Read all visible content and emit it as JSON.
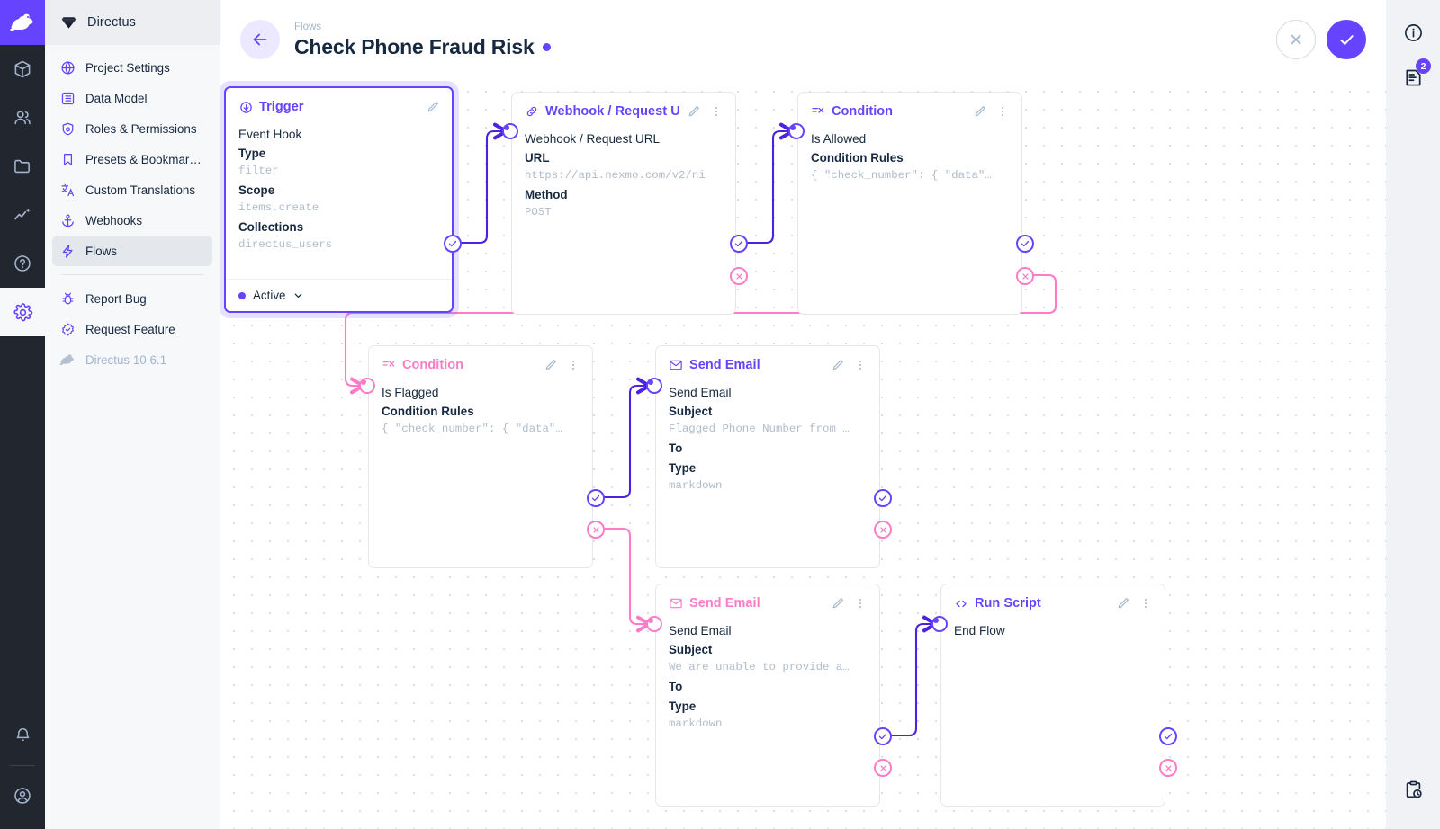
{
  "app": {
    "name": "Directus",
    "version_label": "Directus 10.6.1"
  },
  "rail": {
    "logo_icon": "directus-rabbit-logo",
    "items": [
      {
        "name": "content",
        "icon": "box-icon"
      },
      {
        "name": "user-directory",
        "icon": "people-icon"
      },
      {
        "name": "file-library",
        "icon": "folder-icon"
      },
      {
        "name": "insights",
        "icon": "insights-icon"
      },
      {
        "name": "docs",
        "icon": "help-circle-icon"
      },
      {
        "name": "settings",
        "icon": "gear-icon",
        "active": true
      }
    ],
    "bottom": [
      {
        "name": "notifications",
        "icon": "bell-icon"
      },
      {
        "name": "account",
        "icon": "account-circle-icon"
      }
    ]
  },
  "sidebar": {
    "header_title": "Directus",
    "items": [
      {
        "label": "Project Settings",
        "icon": "globe-icon",
        "selected": false
      },
      {
        "label": "Data Model",
        "icon": "list-box-icon",
        "selected": false
      },
      {
        "label": "Roles & Permissions",
        "icon": "shield-lock-icon",
        "selected": false
      },
      {
        "label": "Presets & Bookmar…",
        "icon": "bookmark-icon",
        "selected": false
      },
      {
        "label": "Custom Translations",
        "icon": "translate-icon",
        "selected": false
      },
      {
        "label": "Webhooks",
        "icon": "anchor-icon",
        "selected": false
      },
      {
        "label": "Flows",
        "icon": "bolt-icon",
        "selected": true
      }
    ],
    "footer_items": [
      {
        "label": "Report Bug",
        "icon": "bug-icon"
      },
      {
        "label": "Request Feature",
        "icon": "badge-check-icon"
      }
    ],
    "version": {
      "label": "Directus 10.6.1",
      "icon": "rabbit-icon"
    }
  },
  "header": {
    "back_icon": "arrow-left-icon",
    "breadcrumb": "Flows",
    "title": "Check Phone Fraud Risk",
    "status_dot_color": "#6644ff",
    "cancel_icon": "close-icon",
    "save_icon": "check-icon"
  },
  "right_rail": {
    "items": [
      {
        "name": "info-sidebar",
        "icon": "info-circle-icon",
        "badge": null
      },
      {
        "name": "flow-logs",
        "icon": "logs-icon",
        "badge": "2"
      }
    ],
    "bottom": {
      "name": "activity-history",
      "icon": "clipboard-clock-icon"
    }
  },
  "colors": {
    "purple": "#6644ff",
    "pink": "#fd7bc7",
    "text": "#172940",
    "muted": "#a2b5cd"
  },
  "flow": {
    "nodes": [
      {
        "id": "trigger",
        "icon": "trigger-icon",
        "title": "Trigger",
        "accent": "purple",
        "name": "Event Hook",
        "fields": [
          {
            "label": "Type",
            "value": "filter"
          },
          {
            "label": "Scope",
            "value": "items.create"
          },
          {
            "label": "Collections",
            "value": "directus_users"
          }
        ],
        "footer": {
          "status": "Active",
          "chevron_icon": "chevron-down-icon"
        }
      },
      {
        "id": "webhook",
        "icon": "link-icon",
        "title": "Webhook / Request U",
        "accent": "purple",
        "name": "Webhook / Request URL",
        "fields": [
          {
            "label": "URL",
            "value": "https://api.nexmo.com/v2/ni"
          },
          {
            "label": "Method",
            "value": "POST"
          }
        ]
      },
      {
        "id": "condition-allowed",
        "icon": "condition-icon",
        "title": "Condition",
        "accent": "purple",
        "name": "Is Allowed",
        "fields": [
          {
            "label": "Condition Rules",
            "value": "{ \"check_number\": { \"data\"…"
          }
        ]
      },
      {
        "id": "condition-flagged",
        "icon": "condition-icon",
        "title": "Condition",
        "accent": "pink",
        "name": "Is Flagged",
        "fields": [
          {
            "label": "Condition Rules",
            "value": "{ \"check_number\": { \"data\"…"
          }
        ]
      },
      {
        "id": "send-email-flagged",
        "icon": "mail-icon",
        "title": "Send Email",
        "accent": "purple",
        "name": "Send Email",
        "fields": [
          {
            "label": "Subject",
            "value": "Flagged Phone Number from …"
          },
          {
            "label": "To",
            "value": ""
          },
          {
            "label": "Type",
            "value": "markdown"
          }
        ]
      },
      {
        "id": "send-email-unable",
        "icon": "mail-icon",
        "title": "Send Email",
        "accent": "pink",
        "name": "Send Email",
        "fields": [
          {
            "label": "Subject",
            "value": "We are unable to provide a…"
          },
          {
            "label": "To",
            "value": ""
          },
          {
            "label": "Type",
            "value": "markdown"
          }
        ]
      },
      {
        "id": "run-script",
        "icon": "code-icon",
        "title": "Run Script",
        "accent": "purple",
        "name": "End Flow",
        "fields": []
      }
    ],
    "port_icons": {
      "resolve": "check-circle-icon",
      "reject": "x-circle-icon",
      "input": "dot-circle-icon"
    },
    "edit_icon": "pencil-icon",
    "more_icon": "more-vertical-icon"
  }
}
